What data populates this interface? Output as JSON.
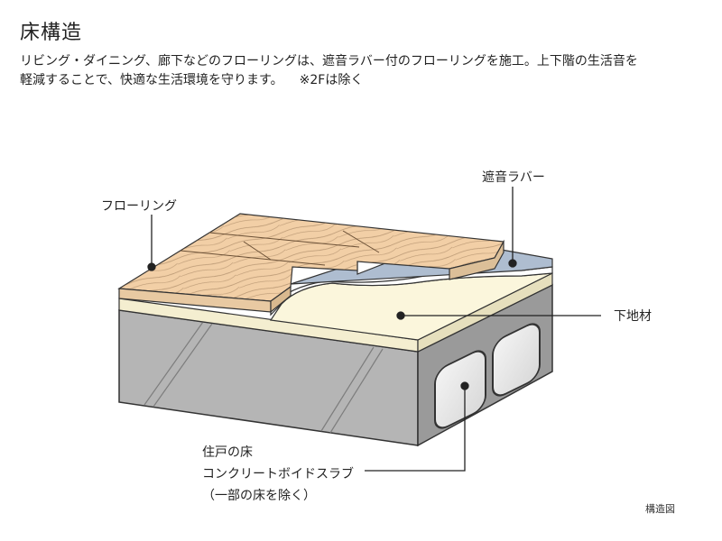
{
  "title": "床構造",
  "description": {
    "line1": "リビング・ダイニング、廊下などのフローリングは、遮音ラバー付のフローリングを施工。上下階の生活音を",
    "line2": "軽減することで、快適な生活環境を守ります。",
    "note": "※2Fは除く"
  },
  "labels": {
    "flooring": "フローリング",
    "rubber": "遮音ラバー",
    "subfloor": "下地材",
    "slab_line1": "住戸の床",
    "slab_line2": "コンクリートボイドスラブ",
    "slab_line3": "（一部の床を除く）"
  },
  "caption": "構造図",
  "colors": {
    "wood": "#f2cfa6",
    "wood_grain": "#8a6a4a",
    "rubber": "#aebdd0",
    "subfloor": "#fbf6dc",
    "concrete_front": "#b3b3b3",
    "concrete_side": "#9a9a9a"
  }
}
